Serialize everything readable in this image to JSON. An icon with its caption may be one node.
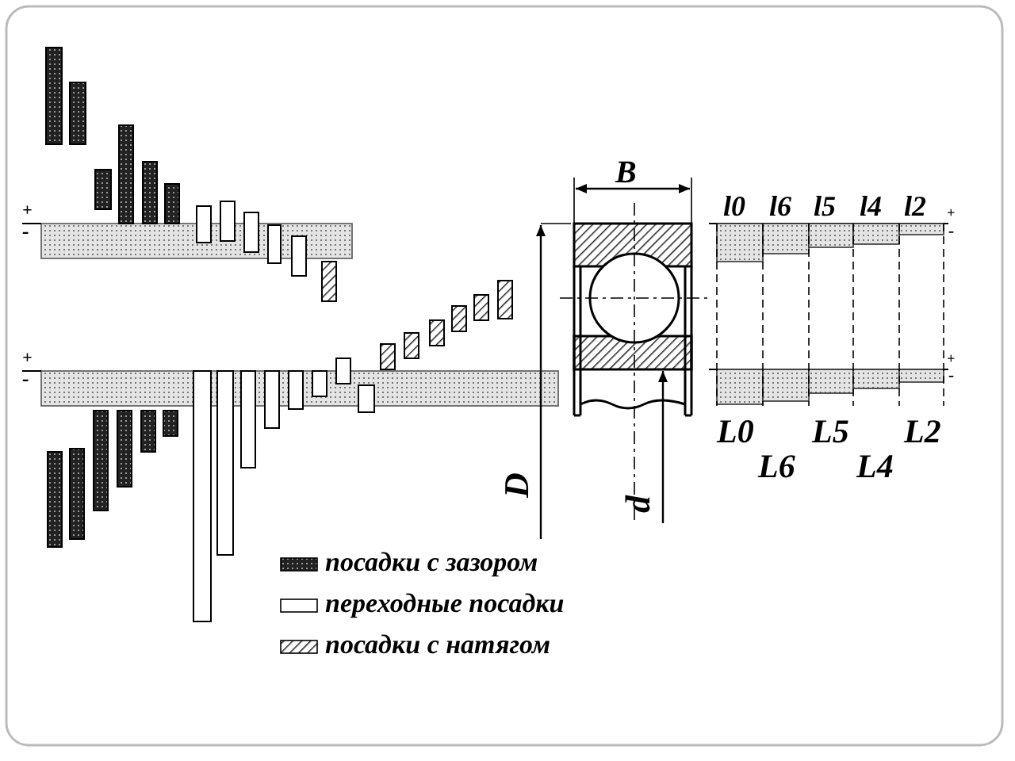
{
  "diagram": {
    "labels": [
      "+",
      "-",
      "B",
      "l0",
      "l6",
      "l5",
      "l4",
      "l2",
      "+",
      "-",
      "+",
      "-",
      "+",
      "-",
      "L0",
      "L5",
      "L2",
      "L6",
      "L4",
      "D",
      "d"
    ],
    "legend": [
      {
        "text": "посадки с зазором"
      },
      {
        "text": "переходные посадки"
      },
      {
        "text": "посадки с натягом"
      }
    ]
  }
}
